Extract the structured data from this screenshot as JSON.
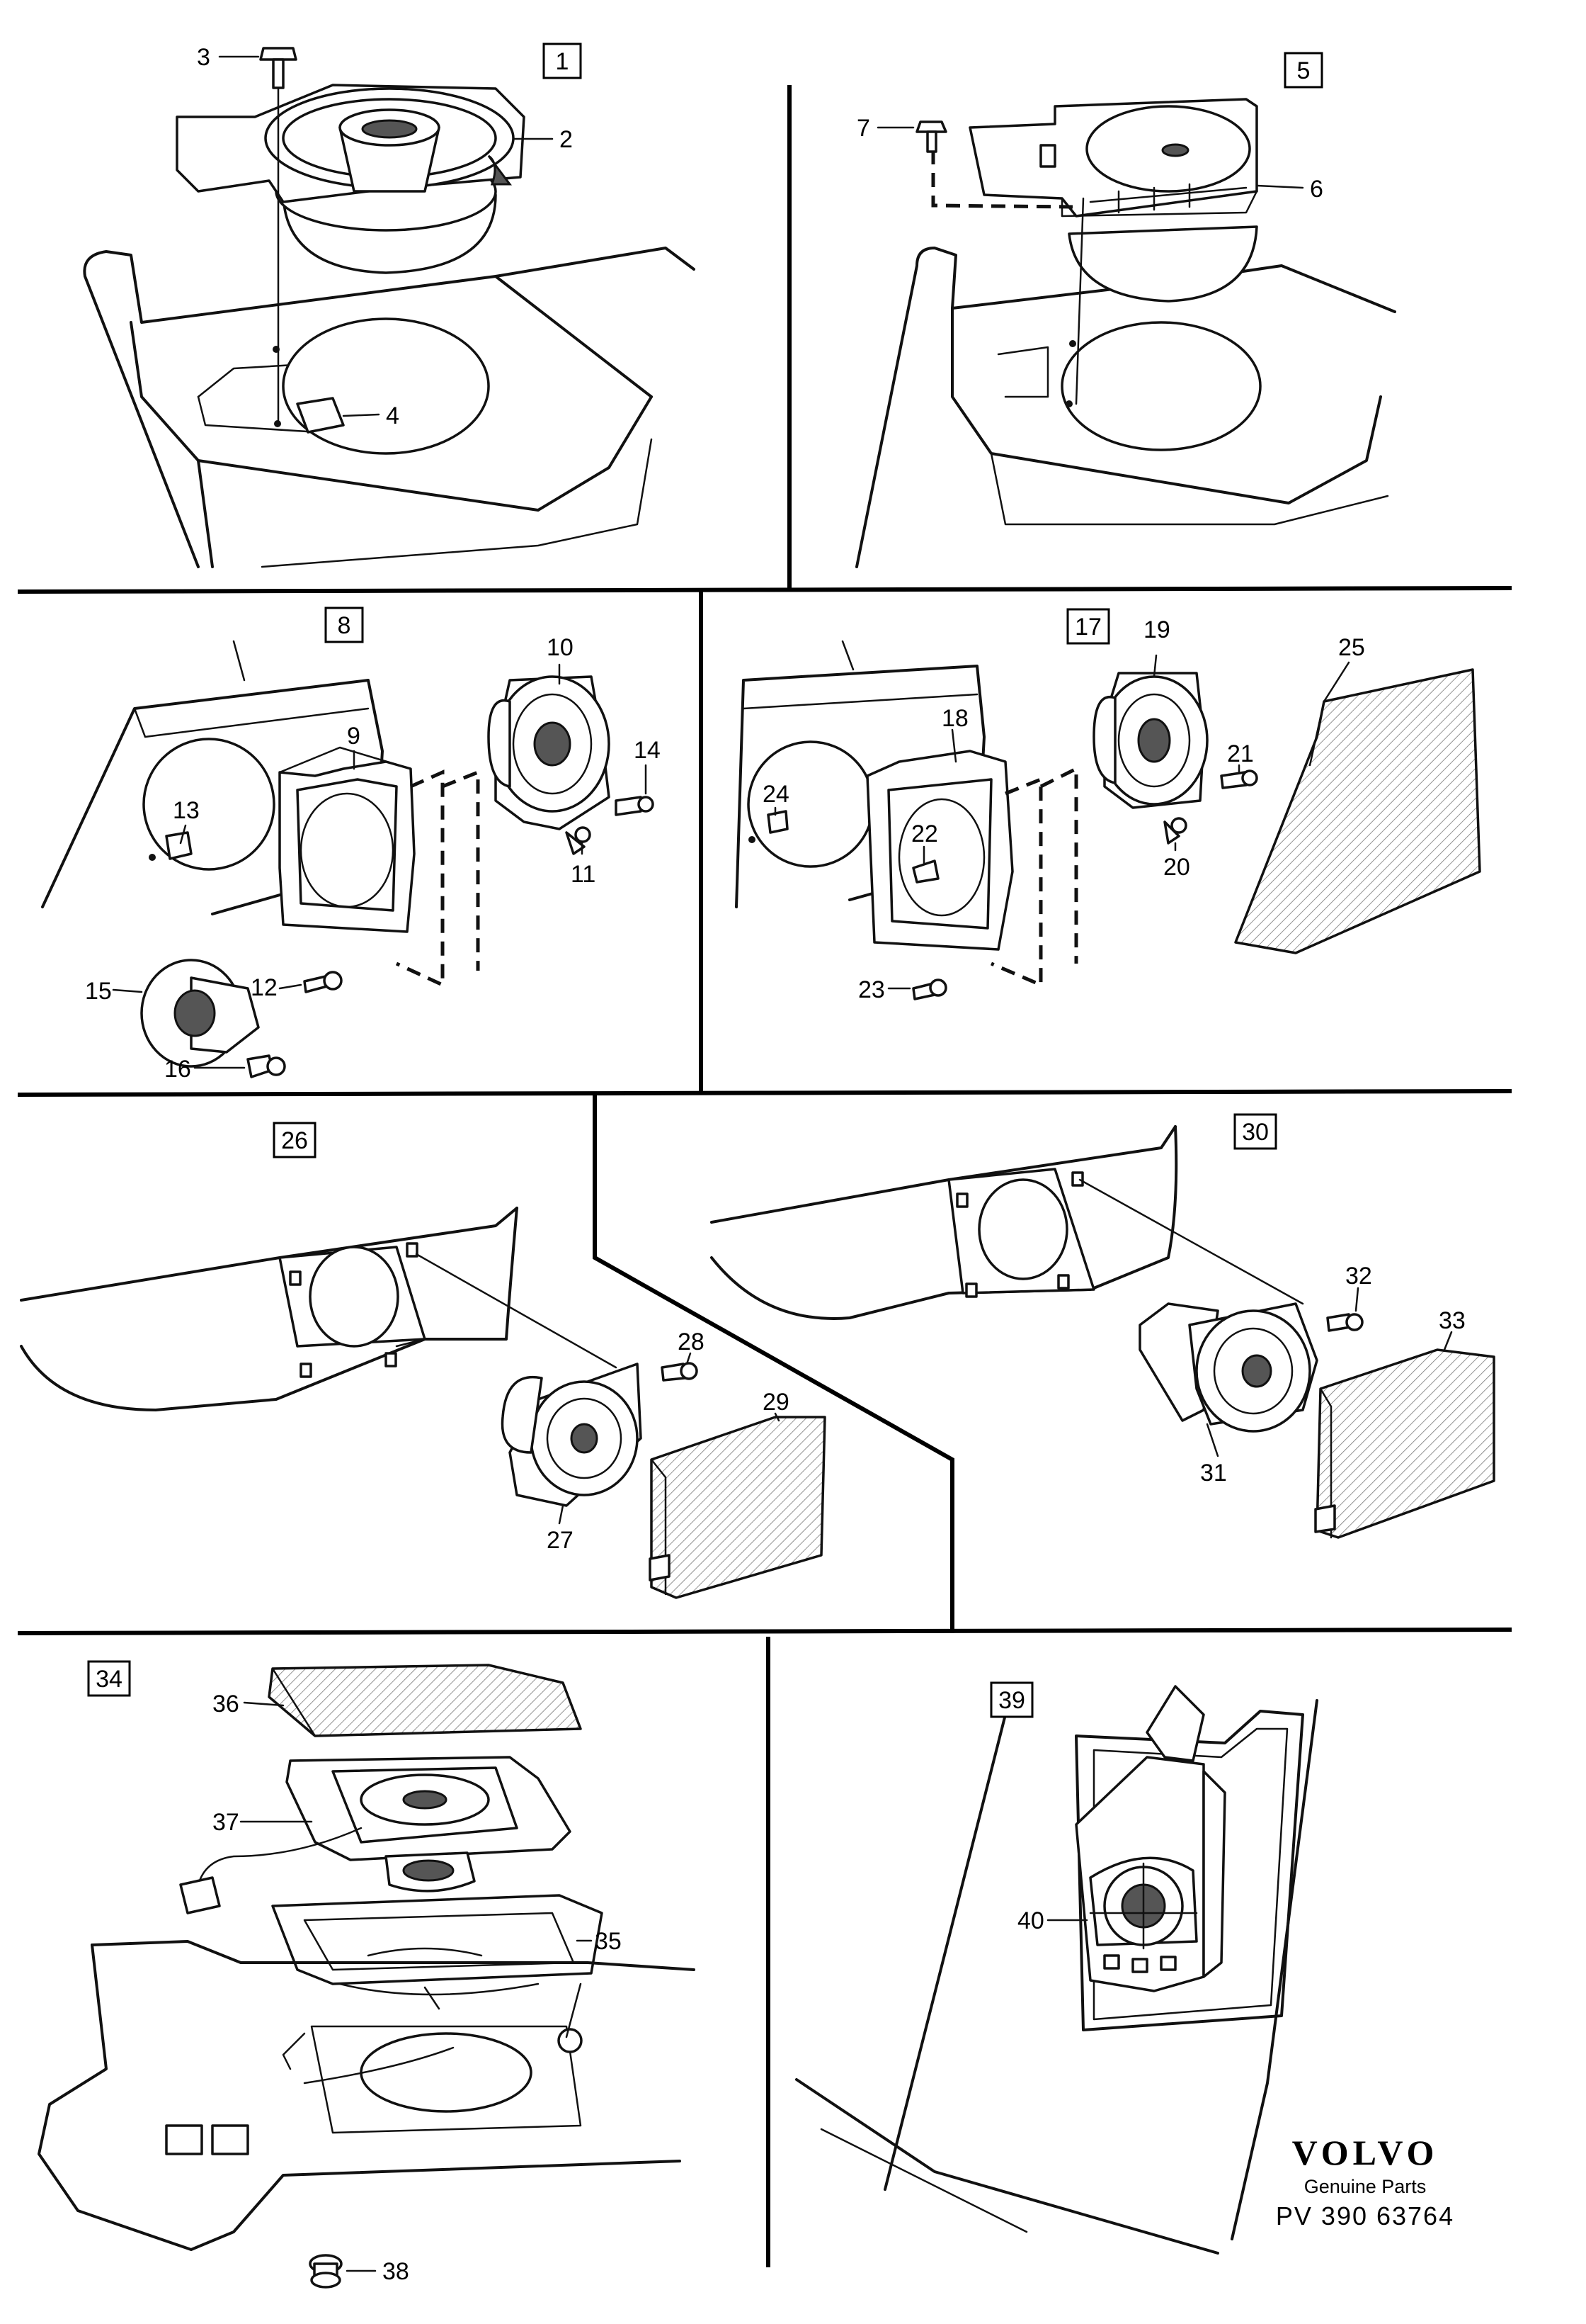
{
  "panels": {
    "p1": {
      "ref": "1",
      "callouts": [
        "3",
        "2",
        "4"
      ]
    },
    "p5": {
      "ref": "5",
      "callouts": [
        "7",
        "6"
      ]
    },
    "p8": {
      "ref": "8",
      "callouts": [
        "10",
        "9",
        "14",
        "13",
        "11",
        "12",
        "15",
        "16"
      ]
    },
    "p17": {
      "ref": "17",
      "callouts": [
        "19",
        "25",
        "18",
        "21",
        "24",
        "22",
        "20",
        "23"
      ]
    },
    "p26": {
      "ref": "26",
      "callouts": [
        "28",
        "29",
        "27"
      ]
    },
    "p30": {
      "ref": "30",
      "callouts": [
        "32",
        "33",
        "31"
      ]
    },
    "p34": {
      "ref": "34",
      "callouts": [
        "36",
        "37",
        "35",
        "38"
      ]
    },
    "p39": {
      "ref": "39",
      "callouts": [
        "40"
      ]
    }
  },
  "footer": {
    "brand": "VOLVO",
    "tagline": "Genuine Parts",
    "code": "PV 390  63764"
  }
}
